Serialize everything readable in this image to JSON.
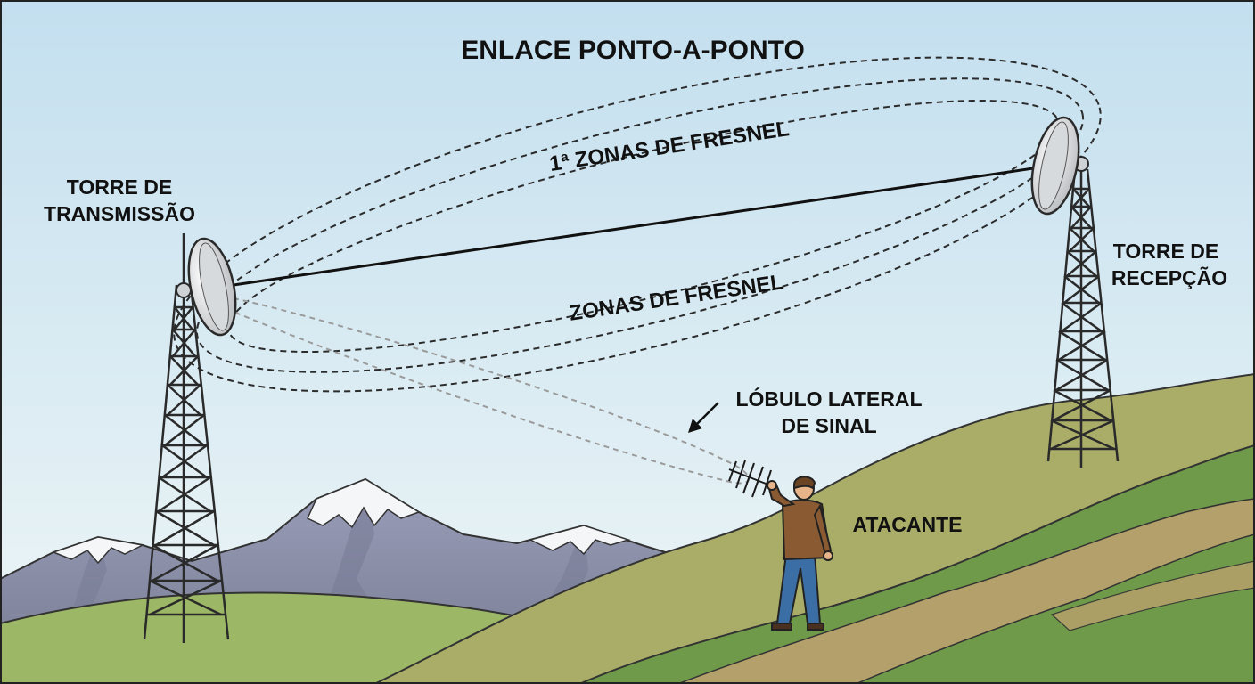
{
  "title": "ENLACE PONTO-A-PONTO",
  "labels": {
    "tx_line1": "TORRE DE",
    "tx_line2": "TRANSMISSÃO",
    "rx_line1": "TORRE DE",
    "rx_line2": "RECEPÇÃO",
    "first_zone": "1ª ZONAS DE FRESNEL",
    "zones": "ZONAS DE FRESNEL",
    "side_lobe_line1": "LÓBULO LATERAL",
    "side_lobe_line2": "DE SINAL",
    "attacker": "ATACANTE"
  },
  "colors": {
    "sky_top": "#c7e0ee",
    "sky_bottom": "#eaf4f7",
    "mountain": "#8e93ad",
    "snow": "#f4f6f8",
    "hill_back": "#9cb765",
    "hill_right": "#a9ad68",
    "grass": "#6f9a4a",
    "path": "#b3a06a",
    "tower": "#2a2a2a",
    "link_line": "#111111",
    "fresnel": "#2b2b2b",
    "side_lobe": "#9a9a9a",
    "jacket": "#8a5a33",
    "jeans": "#3b6ea5"
  }
}
